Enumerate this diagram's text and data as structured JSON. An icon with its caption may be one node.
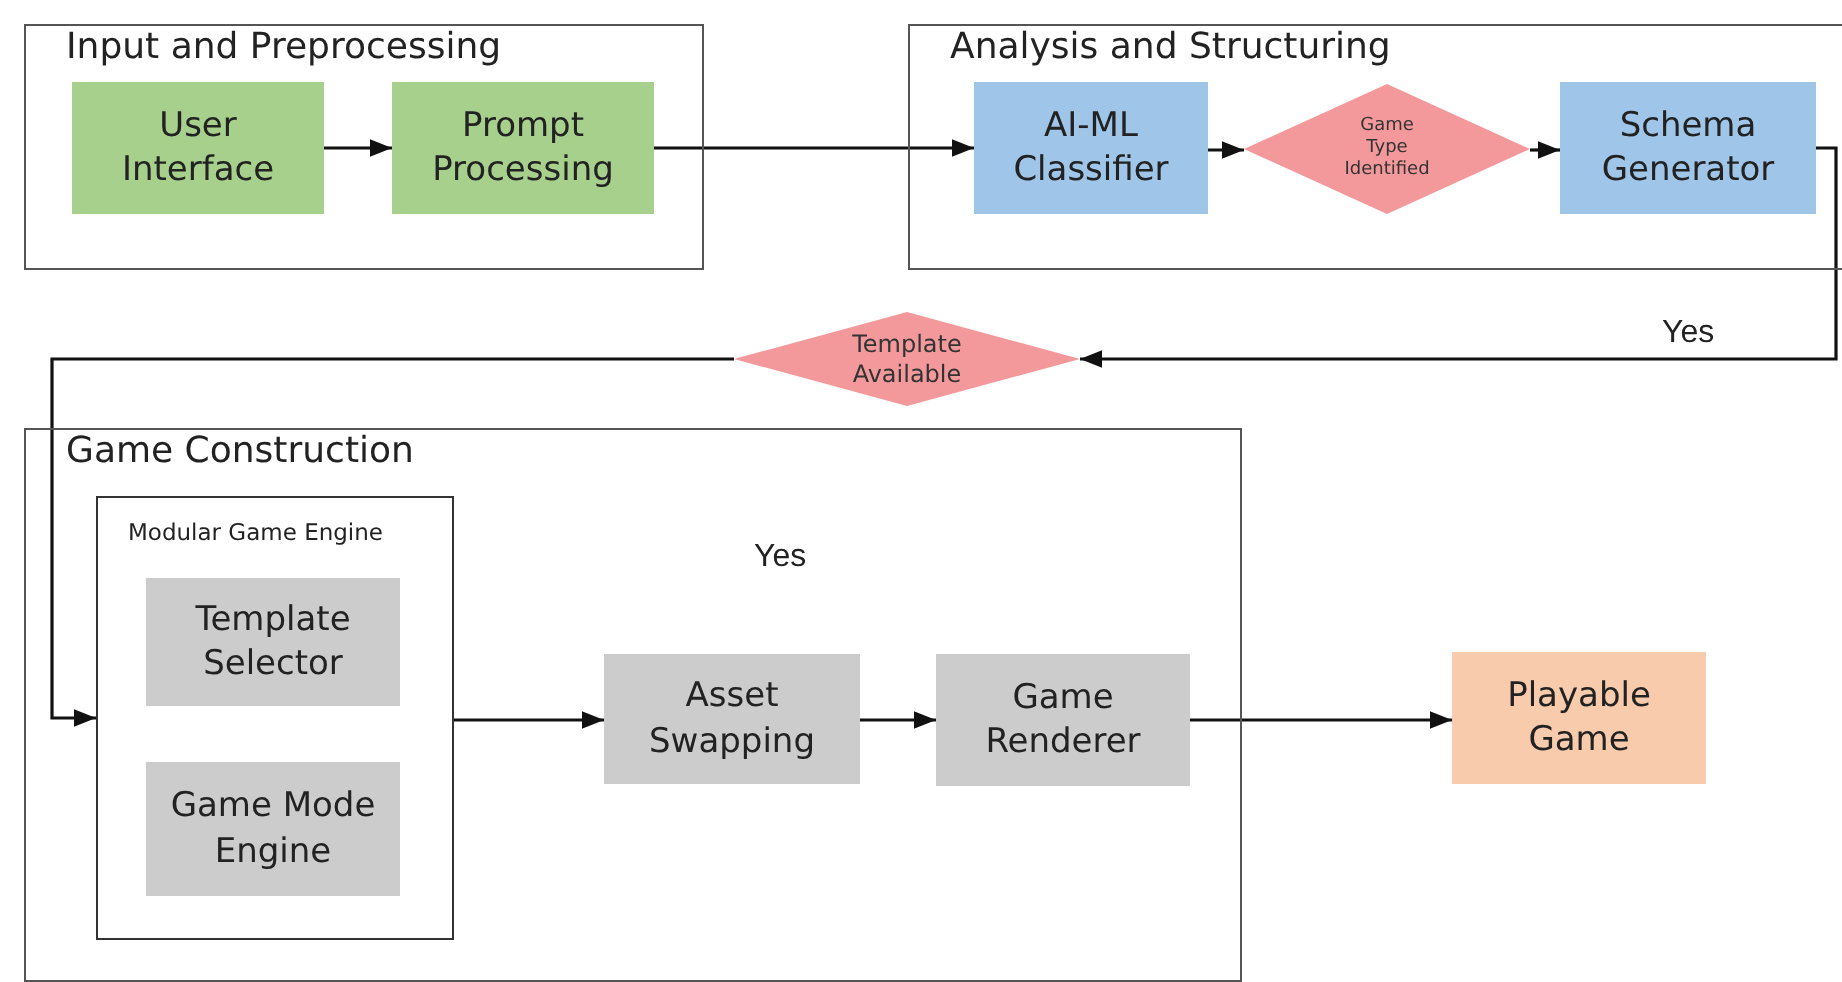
{
  "diagram": {
    "nodes": [
      {
        "text": [
          "Input and Preprocessing"
        ]
      },
      {
        "text": [
          "User Interface"
        ],
        "in": 0
      },
      {
        "text": [
          "Prompt Processing"
        ],
        "in": 0
      },
      {
        "text": [
          "Analysis and Structuring"
        ]
      },
      {
        "text": [
          "AI-ML Classifier"
        ],
        "in": 3
      },
      {
        "text": [
          "Game Type Identified"
        ],
        "in": 3
      },
      {
        "text": [
          "Schema Generator"
        ],
        "in": 3
      },
      {
        "text": [
          "Template Available"
        ]
      },
      {
        "text": [
          "Game Construction"
        ]
      },
      {
        "text": [
          "Modular Game Engine"
        ],
        "in": 8
      },
      {
        "text": [
          "Template Selector"
        ],
        "in": 9
      },
      {
        "text": [
          "Game Mode Engine"
        ],
        "in": 9
      },
      {
        "text": [
          "Asset Swapping"
        ],
        "in": 8
      },
      {
        "text": [
          "Game Renderer"
        ],
        "in": 8
      },
      {
        "text": [
          "Playable Game"
        ]
      }
    ],
    "edges": [
      {
        "from": 1,
        "to": 2,
        "arrow": "to"
      },
      {
        "from": 2,
        "to": 4,
        "arrow": "to"
      },
      {
        "from": 4,
        "to": 5,
        "arrow": "to"
      },
      {
        "from": 5,
        "to": 6,
        "arrow": "to"
      },
      {
        "from": 6,
        "to": 7,
        "arrow": "to",
        "label": "Yes"
      },
      {
        "from": 7,
        "to": 9,
        "arrow": "to"
      },
      {
        "from": 9,
        "to": 12,
        "arrow": "to"
      },
      {
        "from": 12,
        "to": 13,
        "arrow": "to"
      },
      {
        "from": 13,
        "to": 14,
        "arrow": "to"
      }
    ],
    "labels": [
      "Yes"
    ]
  }
}
